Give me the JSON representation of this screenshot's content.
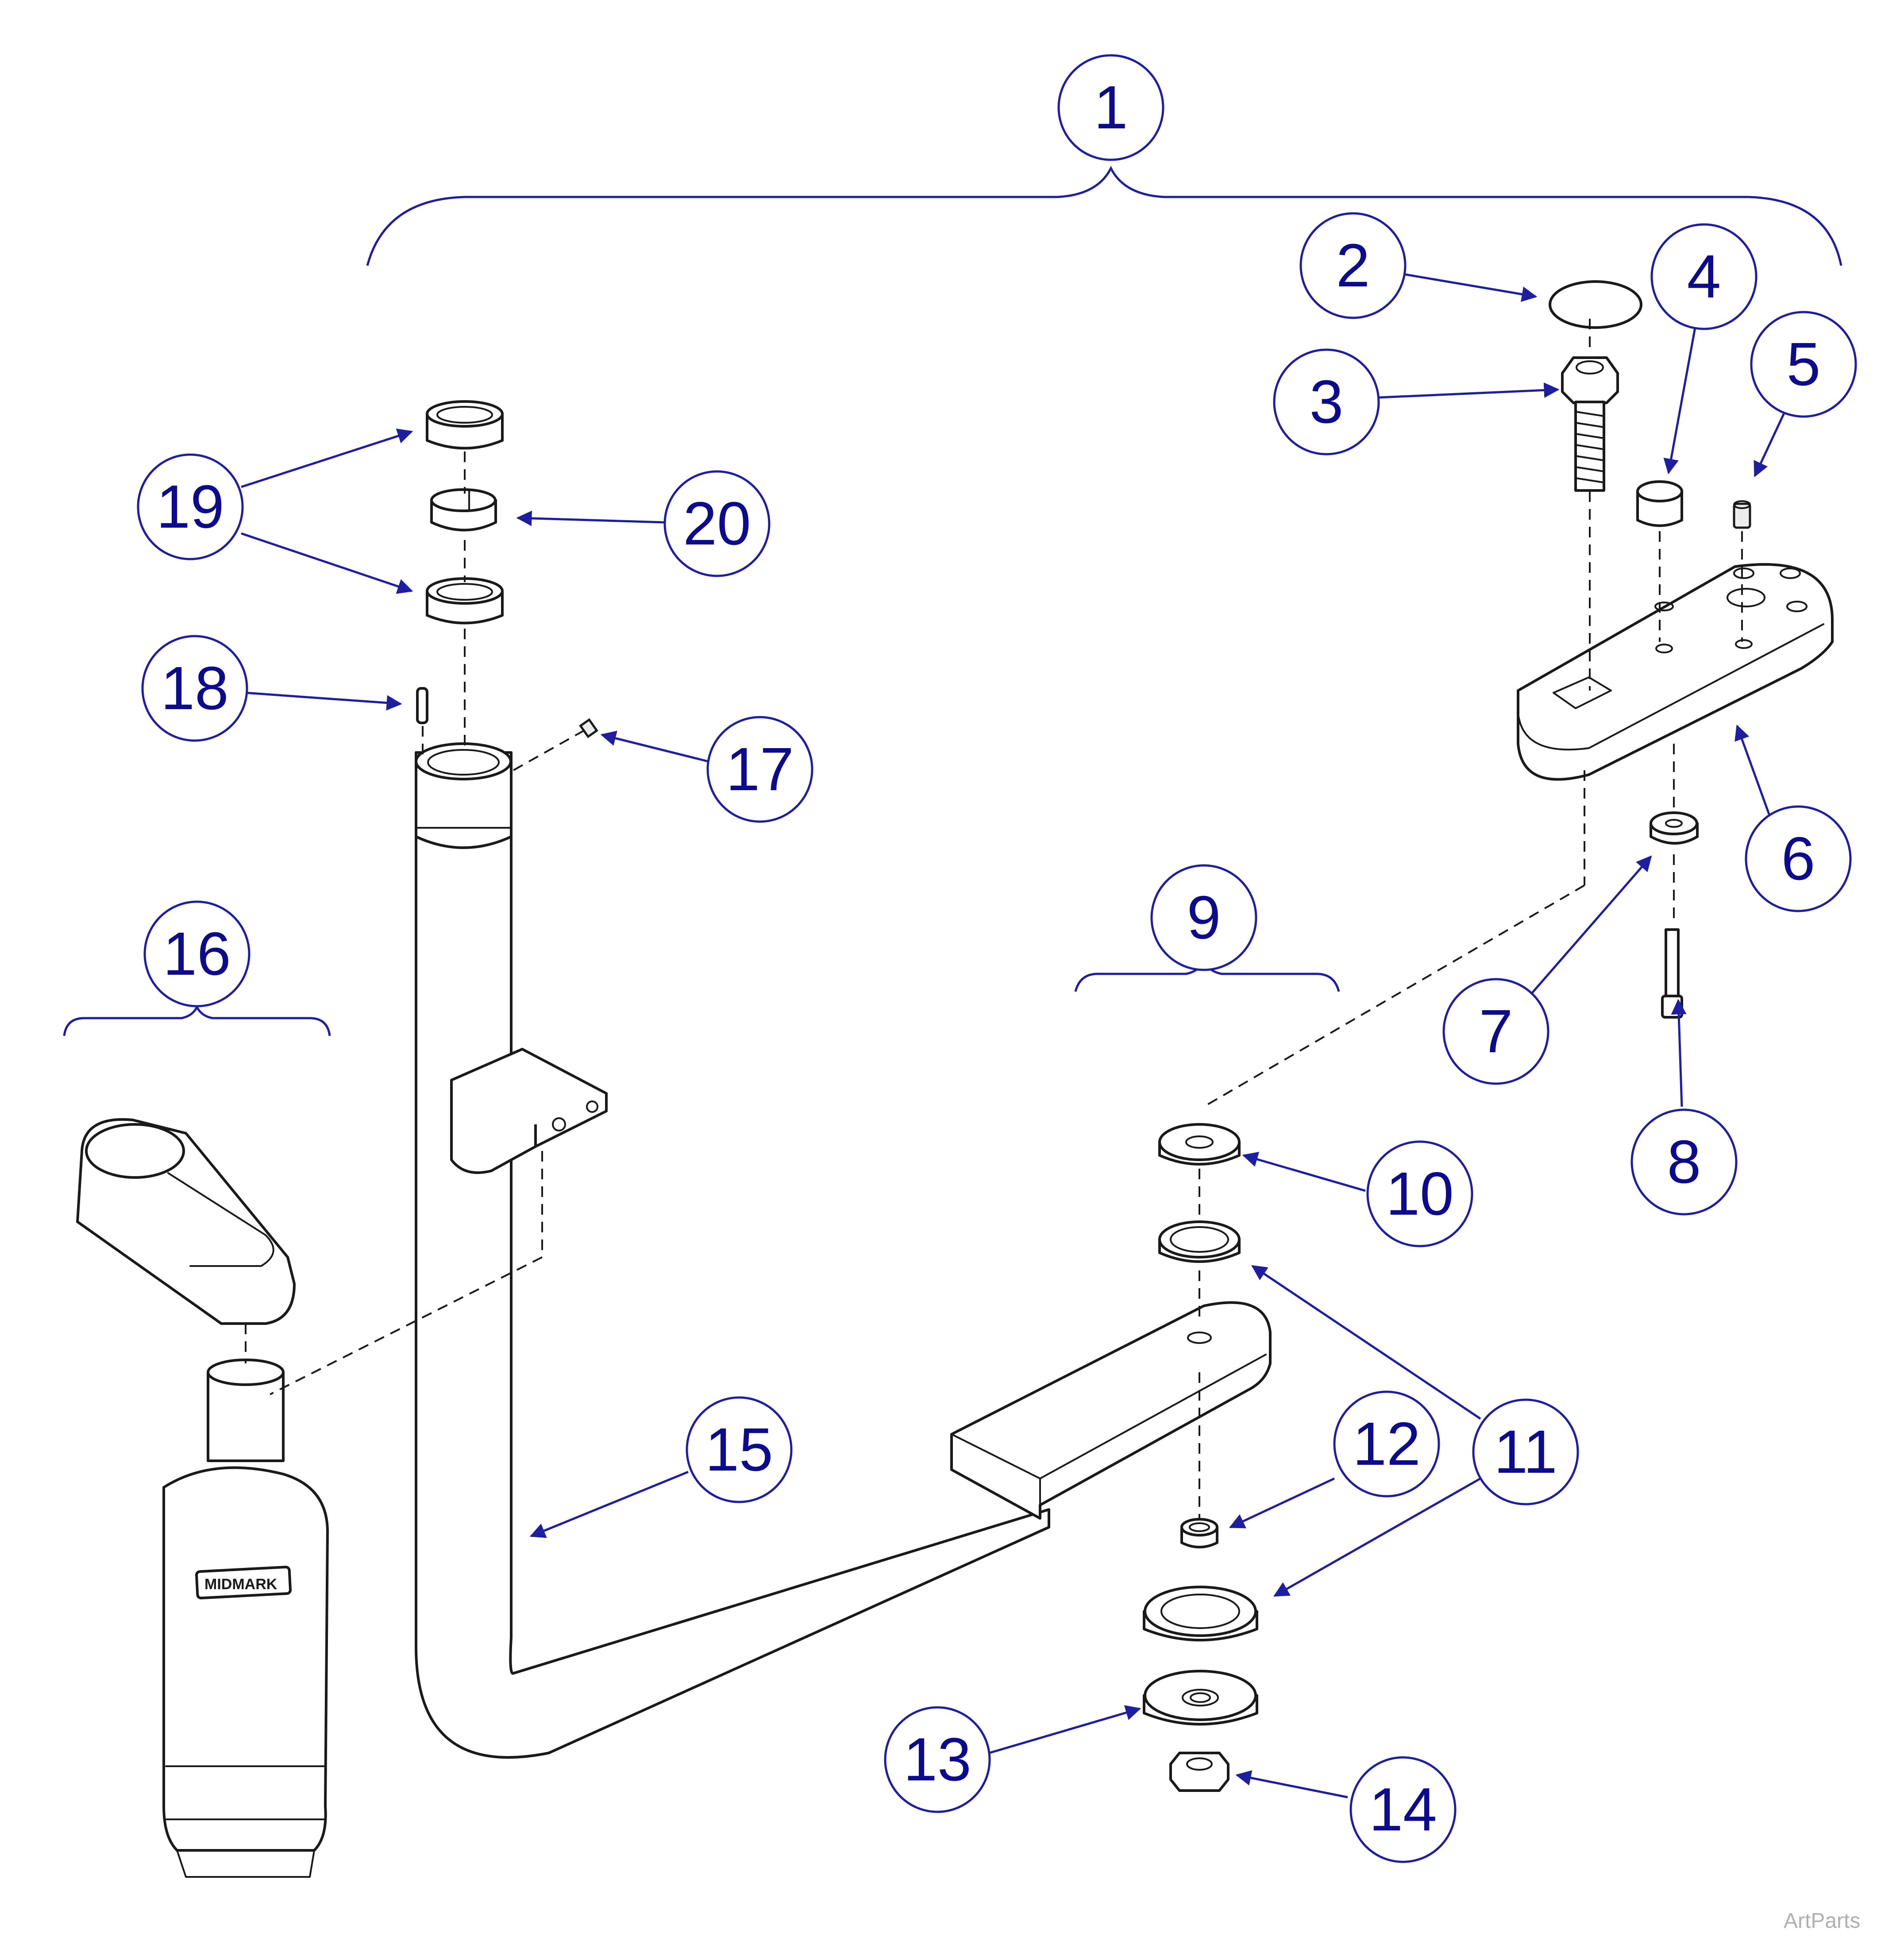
{
  "diagram": {
    "watermark": "ArtParts",
    "brand_label": "MIDMARK",
    "colors": {
      "callout_stroke": "#1e1ea0",
      "callout_text": "#0b0b8c",
      "part_ink": "#1a1a1a"
    },
    "callouts": [
      "1",
      "2",
      "3",
      "4",
      "5",
      "6",
      "7",
      "8",
      "9",
      "10",
      "11",
      "12",
      "13",
      "14",
      "15",
      "16",
      "17",
      "18",
      "19",
      "20"
    ]
  }
}
